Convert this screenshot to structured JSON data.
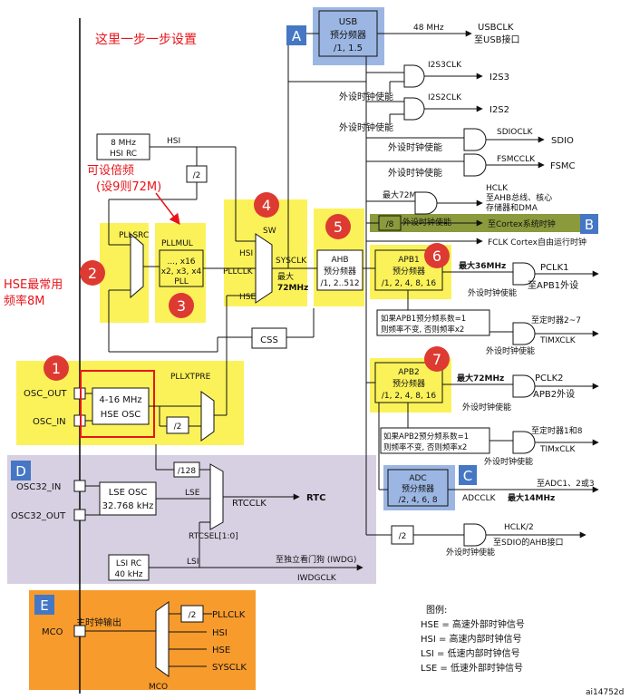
{
  "annotations": {
    "top_note": "这里一步一步设置",
    "pll_note_1": "可设倍频",
    "pll_note_2": "(设9则72M)",
    "hse_note_1": "HSE最常用",
    "hse_note_2": "频率8M"
  },
  "markers": {
    "m1": "1",
    "m2": "2",
    "m3": "3",
    "m4": "4",
    "m5": "5",
    "m6": "6",
    "m7": "7",
    "a": "A",
    "b": "B",
    "c": "C",
    "d": "D",
    "e": "E"
  },
  "usb": {
    "title": "USB",
    "sub": "预分频器",
    "ratio": "/1, 1.5",
    "freq": "48 MHz",
    "out": "USBCLK",
    "dest": "至USB接口"
  },
  "i2s": {
    "i2s3clk": "I2S3CLK",
    "i2s3": "I2S3",
    "i2s2clk": "I2S2CLK",
    "i2s2": "I2S2",
    "enable": "外设时钟使能"
  },
  "sdio": {
    "clk": "SDIOCLK",
    "out": "SDIO",
    "enable": "外设时钟使能"
  },
  "fsmc": {
    "clk": "FSMCCLK",
    "out": "FSMC",
    "enable": "外设时钟使能"
  },
  "hclk": {
    "max": "最大72MHz",
    "name": "HCLK",
    "dest1": "至AHB总线、核心",
    "dest2": "存储器和DMA",
    "enable": "外设时钟使能"
  },
  "cortex": {
    "div": "/8",
    "dest": "至Cortex系统时钟",
    "fclk": "FCLK Cortex自由运行时钟"
  },
  "hsi": {
    "freq": "8 MHz",
    "name": "HSI RC",
    "label": "HSI",
    "div2": "/2"
  },
  "pll": {
    "src": "PLLSRC",
    "mul": "PLLMUL",
    "factors1": "..., x16",
    "factors2": "x2, x3, x4",
    "name": "PLL"
  },
  "sw": {
    "name": "SW",
    "hsi": "HSI",
    "pllclk": "PLLCLK",
    "hse": "HSE",
    "sysclk": "SYSCLK",
    "max": "最大",
    "max2": "72MHz"
  },
  "ahb": {
    "title": "AHB",
    "sub": "预分频器",
    "ratio": "/1, 2..512"
  },
  "apb1": {
    "title": "APB1",
    "sub": "预分频器",
    "ratio": "/1, 2, 4, 8, 16",
    "max": "最大36MHz",
    "pclk": "PCLK1",
    "dest": "至APB1外设",
    "enable": "外设时钟使能",
    "note1": "如果APB1预分频系数=1",
    "note2": "则频率不变, 否则频率x2",
    "timer": "至定时器2~7",
    "timclk": "TIMXCLK",
    "timer_enable": "外设时钟使能"
  },
  "apb2": {
    "title": "APB2",
    "sub": "预分频器",
    "ratio": "/1, 2, 4, 8, 16",
    "max": "最大72MHz",
    "pclk": "PCLK2",
    "dest": "APB2外设",
    "enable": "外设时钟使能",
    "note1": "如果APB2预分频系数=1",
    "note2": "则频率不变, 否则频率x2",
    "timer": "至定时器1和8",
    "timclk": "TIMxCLK",
    "timer_enable": "外设时钟使能"
  },
  "adc": {
    "title": "ADC",
    "sub": "预分频器",
    "ratio": "/2, 4, 6, 8",
    "clk": "ADCCLK",
    "max": "最大14MHz",
    "dest": "至ADC1、2或3"
  },
  "sdio_ahb": {
    "div": "/2",
    "hclk2": "HCLK/2",
    "dest": "至SDIO的AHB接口",
    "enable": "外设时钟使能"
  },
  "css": "CSS",
  "hse": {
    "osc_out": "OSC_OUT",
    "osc_in": "OSC_IN",
    "freq": "4-16 MHz",
    "name": "HSE OSC",
    "div2": "/2",
    "pllxtpre": "PLLXTPRE"
  },
  "lse": {
    "osc32_in": "OSC32_IN",
    "osc32_out": "OSC32_OUT",
    "name": "LSE OSC",
    "freq": "32.768 kHz",
    "label": "LSE",
    "div128": "/128",
    "rtcclk": "RTCCLK",
    "rtc": "RTC",
    "rtcsel": "RTCSEL[1:0]"
  },
  "lsi": {
    "name": "LSI RC",
    "freq": "40 kHz",
    "label": "LSI",
    "dest": "至独立看门狗 (IWDG)",
    "out": "IWDGCLK"
  },
  "mco": {
    "title": "主时钟输出",
    "pin": "MCO",
    "mux": "MCO",
    "div2": "/2",
    "pllclk": "PLLCLK",
    "hsi": "HSI",
    "hse": "HSE",
    "sysclk": "SYSCLK"
  },
  "legend": {
    "title": "图例:",
    "hse": "HSE = 高速外部时钟信号",
    "hsi": "HSI = 高速内部时钟信号",
    "lsi": "LSI = 低速内部时钟信号",
    "lse": "LSE = 低速外部时钟信号"
  },
  "ref": "ai14752d",
  "colors": {
    "yellow": "#fbf25a",
    "blue": "#9cb6e3",
    "purple": "#d6d0e2",
    "orange": "#f79b2d",
    "olive": "#8a9a3c",
    "marker_red": "#dd3a32",
    "marker_blue": "#4577c4",
    "note_red": "#e8141b"
  }
}
